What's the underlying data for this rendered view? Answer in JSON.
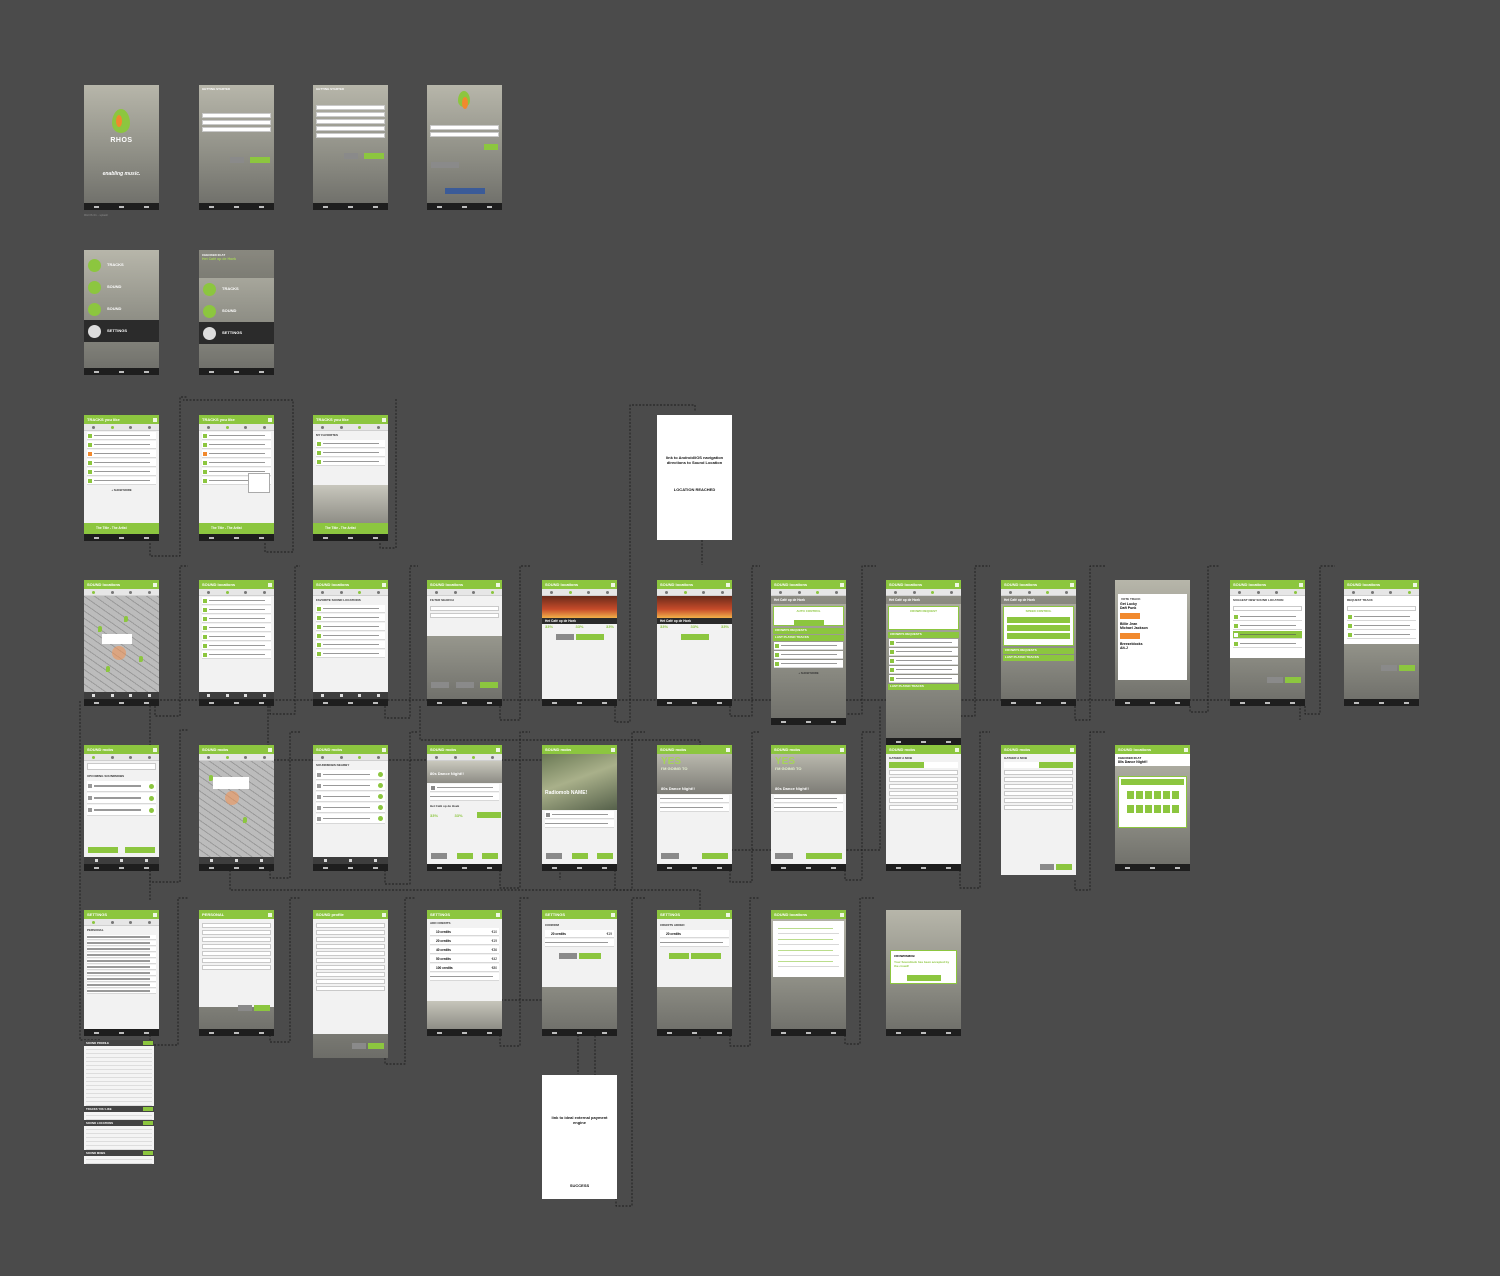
{
  "labels": {
    "enabling_music": "enabling music.",
    "rhos": "RHOS",
    "getting_started": "GETTING STARTED",
    "connect_facebook": "CONNECT WITH FACEBOOK",
    "tracks_you_like": "TRACKS you like",
    "sound_locations": "SOUND locations",
    "sound_mobs": "SOUND mobs",
    "settings": "SETTINGS",
    "personal": "PERSONAL",
    "sound_profile": "SOUND profile",
    "checked_in_at": "CHECKED IN AT",
    "cafe_name": "Het Café op de Hoek",
    "my_favorites": "MY FAVORITES",
    "favorite_sound_locations": "FAVORITE SOUND LOCATIONS",
    "filter_search": "FILTER SEARCH",
    "auto_control": "AUTO CONTROL",
    "crowd_request": "CROWD REQUEST",
    "speed_control": "SPEED CONTROL",
    "crowds_requests": "CROWD'S REQUESTS",
    "last_played_tracks": "LAST PLAYED TRACKS",
    "show_more": "+ SHOW MORE",
    "vote_track": "VOTE TRACK",
    "suggest_location": "SUGGEST NEW SOUND LOCATION",
    "request_track": "REQUEST TRACK",
    "upcoming_soundmobs": "UPCOMING SOUNDMOBS",
    "soundmobs_nearby": "SOUNDMOBS NEARBY",
    "dance_night": "80s Dance Night!!",
    "radiomob_name": "Radiomob NAME!",
    "yes": "YES",
    "im_going_to": "I'M GOING TO",
    "gather_a_mob": "GATHER A MOB",
    "add_credits": "ADD CREDITS",
    "confirm": "CONFIRM",
    "credits_added": "CREDITS ADDED",
    "link_android_ios": "link to Android/iOS navigation directions to Sound Location",
    "location_reached": "LOCATION REACHED",
    "link_ideal": "link to ideal external payment engine",
    "success": "SUCCESS",
    "now_playing": "The Title - The Artist",
    "tracks_you_like_menu_a": "TRACKS",
    "tracks_you_like_menu_b": "you like",
    "sound_menu_a": "SOUND",
    "sound_menu_b": "locations",
    "mobs_menu_a": "SOUND",
    "mobs_menu_b": "mobs",
    "settings_menu": "SETTINGS",
    "credits_10": "10 credits",
    "credits_20": "20 credits",
    "credits_40": "40 credits",
    "credits_50": "50 credits",
    "credits_100": "100 credits",
    "price_10": "€10",
    "price_20": "€19",
    "price_40": "€36",
    "price_50": "€42",
    "price_100": "€80",
    "vote_1": "Get Lucky",
    "vote_1b": "Daft Punk",
    "vote_2": "Billie Jean",
    "vote_2b": "Michael Jackson",
    "vote_3": "Breezeblocks",
    "vote_3b": "Alt-J",
    "pct_a": "33%",
    "pct_b": "33%",
    "pct_c": "33%",
    "sound_profile_hd": "SOUND PROFILE",
    "tracks_you_like_hd": "TRACKS YOU LIKE",
    "sound_locations_hd": "SOUND LOCATIONS",
    "sound_mobs_hd": "SOUND MOBS",
    "crowdsmob": "CROWDSMOB",
    "crowdsmob_msg": "Your Soundmob has been accepted by the crowd!",
    "goto_soundmob": "GO TO SOUNDMOB"
  },
  "colors": {
    "accent": "#8cc63f",
    "canvas": "#4b4b4b",
    "bar": "#1e1e1e"
  }
}
